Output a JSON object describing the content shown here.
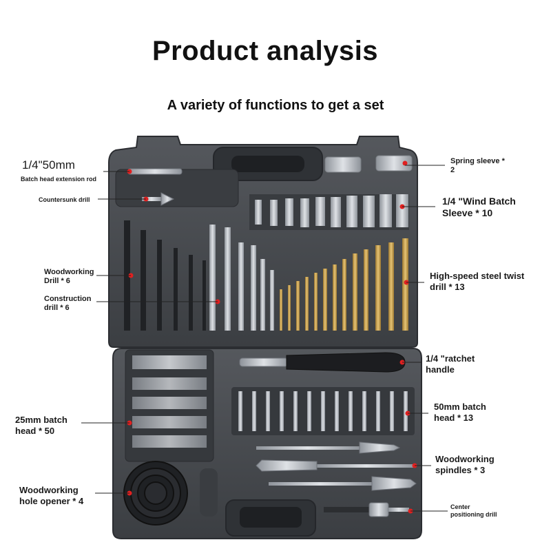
{
  "title": "Product analysis",
  "subtitle": "A variety of functions to get a set",
  "labels": {
    "extension_size": "1/4\"50mm",
    "extension_rod": "Batch head extension rod",
    "countersunk": "Countersunk drill",
    "woodworking_drill": "Woodworking\nDrill * 6",
    "construction_drill": "Construction\ndrill * 6",
    "batch_head_25": "25mm batch\nhead * 50",
    "hole_opener": "Woodworking\nhole opener * 4",
    "spring_sleeve": "Spring sleeve *\n2",
    "wind_batch": "1/4 \"Wind Batch\nSleeve * 10",
    "twist_drill": "High-speed steel twist\ndrill * 13",
    "ratchet": "1/4 \"ratchet\nhandle",
    "batch_head_50": "50mm batch\nhead * 13",
    "spindles": "Woodworking\nspindles * 3",
    "center_drill": "Center\npositioning drill"
  },
  "colors": {
    "case": "#4a4d52",
    "case_dark": "#2e3034",
    "case_light": "#6a6d72",
    "steel": "#b8bcc2",
    "gold": "#c9a14a",
    "leader": "#222222",
    "marker": "#e02020"
  }
}
